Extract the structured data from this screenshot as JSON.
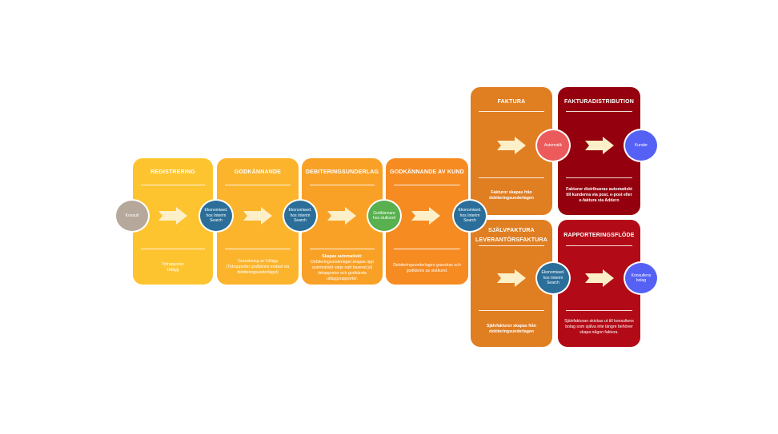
{
  "colors": {
    "registrering": "#fdc42f",
    "godkannande": "#fbb42c",
    "debitering": "#f9a126",
    "godkannande_kund": "#f68b22",
    "faktura": "#e07e22",
    "sjalvfaktura": "#e07e22",
    "fakturadistribution": "#94000d",
    "rapportering": "#b20a16",
    "blue": "#2a6e99",
    "gray": "#b6a99b",
    "green": "#58b04f",
    "red": "#eb5b5c",
    "purple": "#5561f4",
    "arrow": "#fdf0c8"
  },
  "cards": {
    "registrering": {
      "title": "REGISTRERING",
      "desc": "Tidrapporter\nUtlägg"
    },
    "godkannande": {
      "title": "GODKÄNNANDE",
      "desc": "Granskning av Utlägg\n(Tidrapporter godkänns endast via\ndebiteringsunderlaget)"
    },
    "debitering": {
      "title": "DEBITERINGSUNDERLAG",
      "desc_bold": "Skapas automatiskt:",
      "desc": "Debiteringsunderlaget skapas upp\nautomatiskt varje natt baserat på\ntidrapporter och godkända\nutläggsrapporter."
    },
    "godkannande_kund": {
      "title": "GODKÄNNANDE AV KUND",
      "desc": "Debiteringsunderlagen granskas och\ngodkänns av slutkund."
    },
    "faktura": {
      "title": "FAKTURA",
      "desc": "Fakturor skapas från\ndebiteringsunderlagen"
    },
    "sjalvfaktura": {
      "title_1": "SJÄLVFAKTURA",
      "title_2": "LEVERANTÖRSFAKTURA",
      "desc": "Självfakturor skapas från\ndebiteringsunderlagen"
    },
    "fakturadistribution": {
      "title": "FAKTURADISTRIBUTION",
      "desc": "Fakturor distribueras automatiskt\ntill kunderna via post, e-post eller\ne-faktura via Addero"
    },
    "rapportering": {
      "title": "RAPPORTERINGSFLÖDE",
      "desc": "Självfakturan skickas ut till konsultens\nbolag som själva inte längre behöver\nskapa någon faktura."
    }
  },
  "nodes": {
    "konsult": "Konsult",
    "ekonomi1": "Ekonomiavd.\nhos Interim\nSearch",
    "ekonomi2": "Ekonomiavd.\nhos Interim\nSearch",
    "godkannare": "Godkännare\nhos slutkund",
    "ekonomi3": "Ekonomiavd.\nhos Interim\nSearch",
    "automatik": "Automatik",
    "kunder": "Kunder",
    "ekonomi4": "Ekonomiavd.\nhos Interim\nSearch",
    "konsultens_bolag": "Konsultens\nbolag"
  }
}
